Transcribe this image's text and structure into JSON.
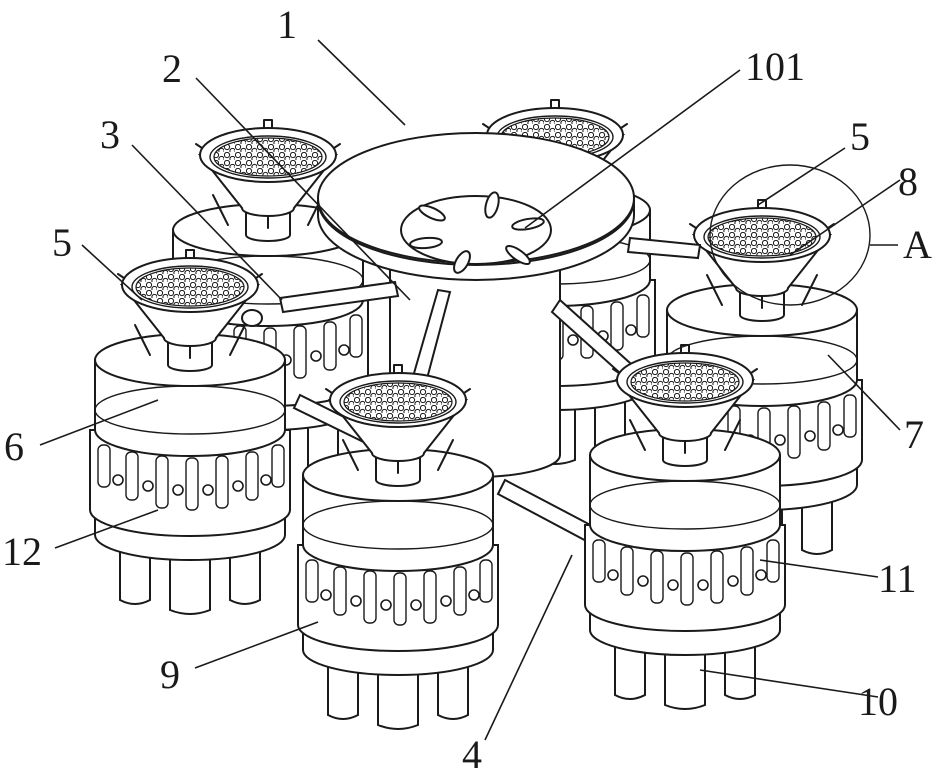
{
  "labels": [
    {
      "id": "label-1",
      "text": "1"
    },
    {
      "id": "label-101",
      "text": "101"
    },
    {
      "id": "label-2",
      "text": "2"
    },
    {
      "id": "label-3",
      "text": "3"
    },
    {
      "id": "label-5-left",
      "text": "5"
    },
    {
      "id": "label-5-right",
      "text": "5"
    },
    {
      "id": "label-8",
      "text": "8"
    },
    {
      "id": "label-a",
      "text": "A"
    },
    {
      "id": "label-6",
      "text": "6"
    },
    {
      "id": "label-7",
      "text": "7"
    },
    {
      "id": "label-12",
      "text": "12"
    },
    {
      "id": "label-11",
      "text": "11"
    },
    {
      "id": "label-9",
      "text": "9"
    },
    {
      "id": "label-10",
      "text": "10"
    },
    {
      "id": "label-4",
      "text": "4"
    }
  ]
}
